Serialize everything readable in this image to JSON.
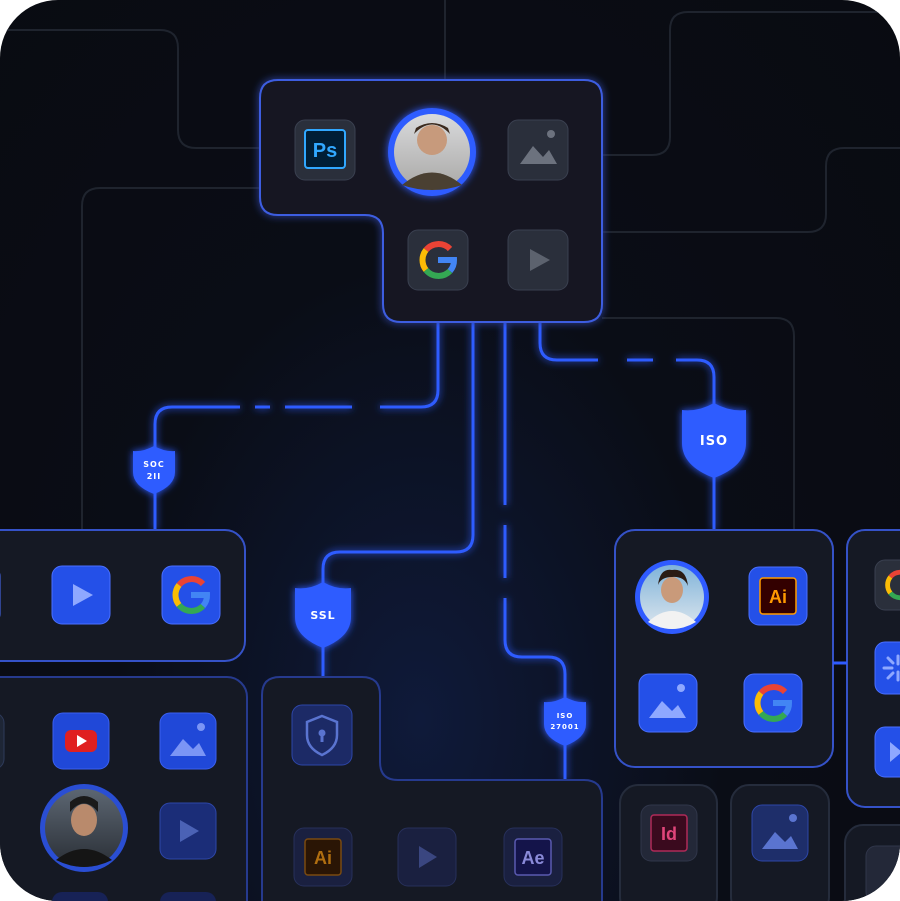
{
  "badges": {
    "soc": {
      "line1": "SOC",
      "line2": "2II"
    },
    "iso": {
      "line1": "ISO"
    },
    "ssl": {
      "line1": "SSL"
    },
    "iso27001": {
      "line1": "ISO",
      "line2": "27001"
    }
  },
  "apps": {
    "photoshop": "Ps",
    "illustrator": "Ai",
    "after_effects": "Ae",
    "indesign": "Id"
  },
  "colors": {
    "accent": "#2f5bff",
    "background": "#0a0d16",
    "card": "#151924",
    "tile": "#262b36"
  }
}
